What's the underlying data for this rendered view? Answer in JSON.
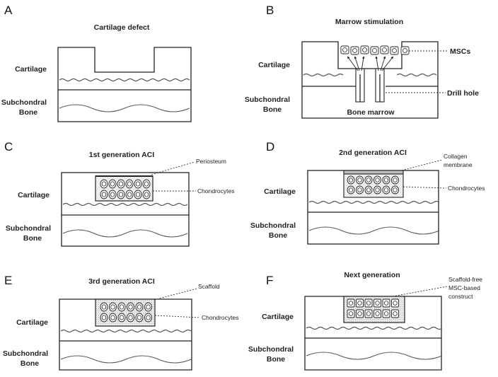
{
  "panels": {
    "A": {
      "letter": "A",
      "title": "Cartilage defect",
      "cartilage": "Cartilage",
      "bone_line1": "Subchondral",
      "bone_line2": "Bone"
    },
    "B": {
      "letter": "B",
      "title": "Marrow stimulation",
      "cartilage": "Cartilage",
      "bone_line1": "Subchondral",
      "bone_line2": "Bone",
      "callout_mscs": "MSCs",
      "callout_drill": "Drill hole",
      "marrow": "Bone marrow"
    },
    "C": {
      "letter": "C",
      "title": "1st generation ACI",
      "cartilage": "Cartilage",
      "bone_line1": "Subchondral",
      "bone_line2": "Bone",
      "callout_top": "Periosteum",
      "callout_cells": "Chondrocytes"
    },
    "D": {
      "letter": "D",
      "title": "2nd generation ACI",
      "cartilage": "Cartilage",
      "bone_line1": "Subchondral",
      "bone_line2": "Bone",
      "callout_top_line1": "Collagen",
      "callout_top_line2": "membrane",
      "callout_cells": "Chondrocytes"
    },
    "E": {
      "letter": "E",
      "title": "3rd generation ACI",
      "cartilage": "Cartilage",
      "bone_line1": "Subchondral",
      "bone_line2": "Bone",
      "callout_top": "Scaffold",
      "callout_cells": "Chondrocytes"
    },
    "F": {
      "letter": "F",
      "title": "Next generation",
      "cartilage": "Cartilage",
      "bone_line1": "Subchondral",
      "bone_line2": "Bone",
      "callout_line1": "Scaffold-free",
      "callout_line2": "MSC-based",
      "callout_line3": "construct"
    }
  }
}
